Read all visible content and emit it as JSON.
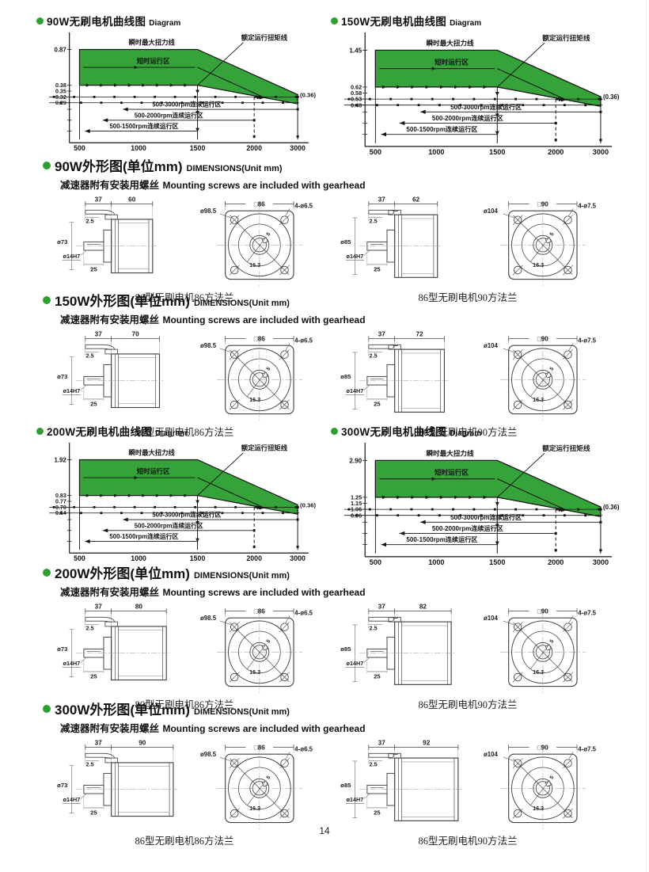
{
  "page": {
    "number": "14"
  },
  "shared": {
    "note_cn": "减速器附有安装用螺丝",
    "note_en": "Mounting screws are included with gearhead"
  },
  "chart_labels": {
    "max_torque_line": "瞬时最大扭力线",
    "short_time_zone": "短时运行区",
    "rated_torque_line": "额定运行扭矩线",
    "zone_3000": "500-3000rpm连续运行区",
    "zone_2000": "500-2000rpm连续运行区",
    "zone_1500": "500-1500rpm连续运行区"
  },
  "chart_data": [
    {
      "type": "area",
      "title_cn": "90W无刷电机曲线图",
      "title_en": "Diagram",
      "x_ticks": [
        "500",
        "1000",
        "1500",
        "2000",
        "3000"
      ],
      "peak_torque": "0.87",
      "continuous_torques": [
        "0.38",
        "0.35",
        "0.32",
        "0.29"
      ],
      "end_torque_label": "(0.36)"
    },
    {
      "type": "area",
      "title_cn": "150W无刷电机曲线图",
      "title_en": "Diagram",
      "x_ticks": [
        "500",
        "1000",
        "1500",
        "2000",
        "3000"
      ],
      "peak_torque": "1.45",
      "continuous_torques": [
        "0.62",
        "0.58",
        "0.53",
        "0.48"
      ],
      "end_torque_label": "(0.36)"
    },
    {
      "type": "area",
      "title_cn": "200W无刷电机曲线图",
      "title_en": "Diagram",
      "x_ticks": [
        "500",
        "1000",
        "1500",
        "2000",
        "3000"
      ],
      "peak_torque": "1.92",
      "continuous_torques": [
        "0.83",
        "0.77",
        "0.70",
        "0.64"
      ],
      "end_torque_label": "(0.36)"
    },
    {
      "type": "area",
      "title_cn": "300W无刷电机曲线图",
      "title_en": "Diagram",
      "x_ticks": [
        "500",
        "1000",
        "1500",
        "2000",
        "3000"
      ],
      "peak_torque": "2.90",
      "continuous_torques": [
        "1.25",
        "1.15",
        "1.06",
        "0.96"
      ],
      "end_torque_label": "(0.36)"
    }
  ],
  "dimension_sections": [
    {
      "title_cn": "90W外形图(单位mm)",
      "title_en": "DIMENSIONS(Unit mm)",
      "left": {
        "dim_front": "37",
        "dim_body": "60",
        "dim_cable": "2.5",
        "dim_body_dia": "ø73",
        "dim_shaft": "ø14H7",
        "dim_shaft_len": "25",
        "flange_square": "□86",
        "bolt_circle": "ø98.5",
        "holes": "4-ø6.5",
        "key_width": "5",
        "key_depth": "16.3",
        "caption": "86型无刷电机86方法兰"
      },
      "right": {
        "dim_front": "37",
        "dim_body": "62",
        "dim_cable": "2.5",
        "dim_body_dia": "ø85",
        "dim_shaft": "ø14H7",
        "dim_shaft_len": "25",
        "flange_square": "□90",
        "bolt_circle": "ø104",
        "holes": "4-ø7.5",
        "key_width": "5",
        "key_depth": "16.3",
        "caption": "86型无刷电机90方法兰"
      }
    },
    {
      "title_cn": "150W外形图(单位mm)",
      "title_en": "DIMENSIONS(Unit mm)",
      "left": {
        "dim_front": "37",
        "dim_body": "70",
        "dim_cable": "2.5",
        "dim_body_dia": "ø73",
        "dim_shaft": "ø14H7",
        "dim_shaft_len": "25",
        "flange_square": "□86",
        "bolt_circle": "ø98.5",
        "holes": "4-ø6.5",
        "key_width": "5",
        "key_depth": "16.3",
        "caption": "86型无刷电机86方法兰"
      },
      "right": {
        "dim_front": "37",
        "dim_body": "72",
        "dim_cable": "2.5",
        "dim_body_dia": "ø85",
        "dim_shaft": "ø14H7",
        "dim_shaft_len": "25",
        "flange_square": "□90",
        "bolt_circle": "ø104",
        "holes": "4-ø7.5",
        "key_width": "5",
        "key_depth": "16.3",
        "caption": "86型无刷电机90方法兰"
      }
    },
    {
      "title_cn": "200W外形图(单位mm)",
      "title_en": "DIMENSIONS(Unit mm)",
      "left": {
        "dim_front": "37",
        "dim_body": "80",
        "dim_cable": "2.5",
        "dim_body_dia": "ø73",
        "dim_shaft": "ø14H7",
        "dim_shaft_len": "25",
        "flange_square": "□86",
        "bolt_circle": "ø98.5",
        "holes": "4-ø6.5",
        "key_width": "5",
        "key_depth": "16.3",
        "caption": "86型无刷电机86方法兰"
      },
      "right": {
        "dim_front": "37",
        "dim_body": "82",
        "dim_cable": "2.5",
        "dim_body_dia": "ø85",
        "dim_shaft": "ø14H7",
        "dim_shaft_len": "25",
        "flange_square": "□90",
        "bolt_circle": "ø104",
        "holes": "4-ø7.5",
        "key_width": "5",
        "key_depth": "16.3",
        "caption": "86型无刷电机90方法兰"
      }
    },
    {
      "title_cn": "300W外形图(单位mm)",
      "title_en": "DIMENSIONS(Unit mm)",
      "left": {
        "dim_front": "37",
        "dim_body": "90",
        "dim_cable": "2.5",
        "dim_body_dia": "ø73",
        "dim_shaft": "ø14H7",
        "dim_shaft_len": "25",
        "flange_square": "□86",
        "bolt_circle": "ø98.5",
        "holes": "4-ø6.5",
        "key_width": "5",
        "key_depth": "16.3",
        "caption": "86型无刷电机86方法兰"
      },
      "right": {
        "dim_front": "37",
        "dim_body": "92",
        "dim_cable": "2.5",
        "dim_body_dia": "ø85",
        "dim_shaft": "ø14H7",
        "dim_shaft_len": "25",
        "flange_square": "□90",
        "bolt_circle": "ø104",
        "holes": "4-ø7.5",
        "key_width": "5",
        "key_depth": "16.3",
        "caption": "86型无刷电机90方法兰"
      }
    }
  ],
  "colors": {
    "accent_green": "#35a339",
    "line": "#141414",
    "drawing_line": "#454545"
  }
}
